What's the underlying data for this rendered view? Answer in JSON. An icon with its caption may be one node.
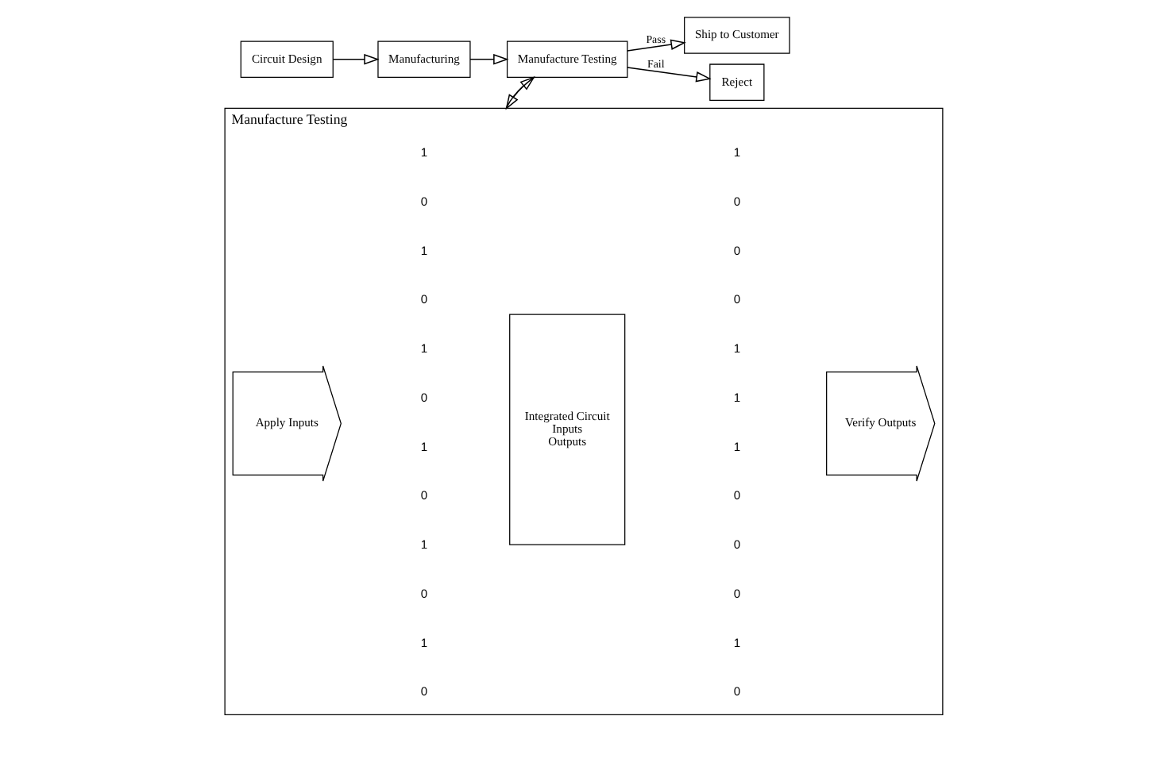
{
  "diagram": {
    "nodes": [
      {
        "text": [
          "Circuit Design"
        ]
      },
      {
        "text": [
          "Manufacturing"
        ]
      },
      {
        "text": [
          "Manufacture Testing"
        ]
      },
      {
        "text": [
          "Ship to Customer"
        ]
      },
      {
        "text": [
          "Reject"
        ]
      },
      {
        "text": [
          "Manufacture Testing"
        ]
      },
      {
        "text": [
          "Apply Inputs"
        ],
        "in": 5
      },
      {
        "text": [
          "Integrated Circuit",
          "Inputs",
          "Outputs"
        ],
        "in": 5
      },
      {
        "text": [
          "Verify Outputs"
        ],
        "in": 5
      }
    ],
    "edges": [
      {
        "from": 0,
        "to": 1,
        "arrow": "to"
      },
      {
        "from": 1,
        "to": 2,
        "arrow": "to"
      },
      {
        "from": 2,
        "to": 3,
        "arrow": "to",
        "label": "Pass"
      },
      {
        "from": 2,
        "to": 4,
        "arrow": "to",
        "label": "Fail"
      },
      {
        "from": 2,
        "to": 5,
        "arrow": "to"
      },
      {
        "from": 5,
        "to": 2,
        "arrow": "to"
      }
    ],
    "labels": [
      "1",
      "1",
      "0",
      "0",
      "1",
      "0",
      "0",
      "0",
      "1",
      "1",
      "0",
      "1",
      "1",
      "1",
      "0",
      "0",
      "1",
      "0",
      "0",
      "0",
      "1",
      "1",
      "0",
      "0"
    ]
  }
}
